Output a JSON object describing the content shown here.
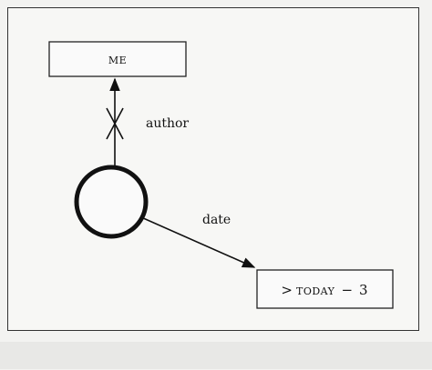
{
  "nodes": {
    "me": {
      "label": "ME"
    },
    "center": {
      "label": ""
    },
    "date_value": {
      "gt": ">",
      "today": "TODAY",
      "minus": "−",
      "number": "3"
    }
  },
  "edges": {
    "author": {
      "label": "author"
    },
    "date": {
      "label": "date"
    }
  },
  "colors": {
    "stroke": "#111111",
    "background": "#f3f3f1"
  }
}
